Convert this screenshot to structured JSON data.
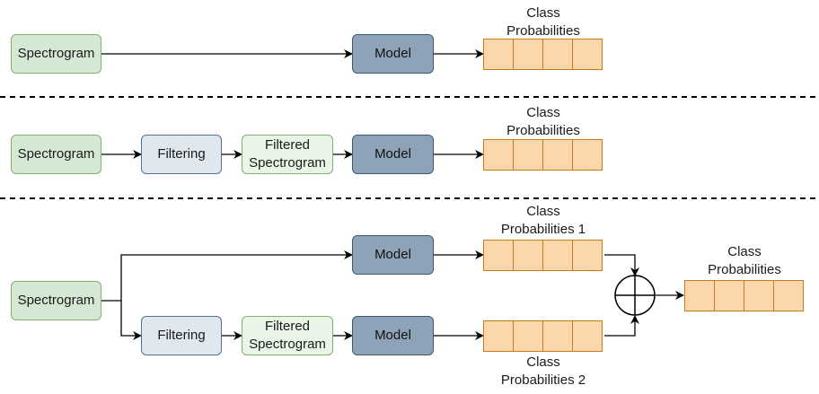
{
  "labels": {
    "spectrogram": "Spectrogram",
    "model": "Model",
    "filtering": "Filtering",
    "filtered_line1": "Filtered",
    "filtered_line2": "Spectrogram",
    "class": "Class",
    "probabilities": "Probabilities",
    "probabilities_1": "Probabilities 1",
    "probabilities_2": "Probabilities 2"
  },
  "colors": {
    "spectrogram_fill": "#d5e8d4",
    "spectrogram_stroke": "#82b366",
    "model_fill": "#8fa3b8",
    "filtering_fill": "#dfe7ef",
    "output_cell_fill": "#fad7ac",
    "output_cell_stroke": "#cc7a1a"
  },
  "icons": {
    "combine": "circle-plus-icon"
  }
}
